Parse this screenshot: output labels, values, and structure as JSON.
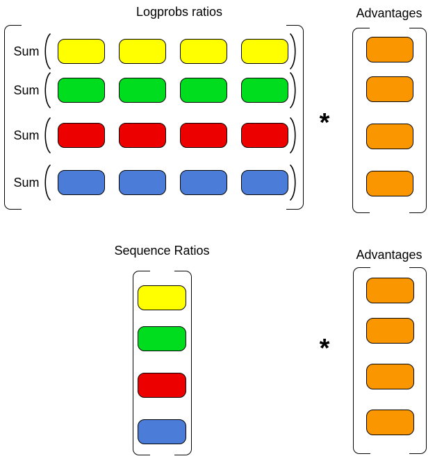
{
  "colors": {
    "yellow": "#FFFF00",
    "green": "#00DD1E",
    "red": "#ED0000",
    "blue": "#4B7DD8",
    "orange": "#F99600",
    "stroke": "#000000"
  },
  "top_section": {
    "matrix_title": "Logprobs ratios",
    "operator": "*",
    "rows": [
      {
        "label": "Sum",
        "color": "#FFFF00",
        "columns": 4
      },
      {
        "label": "Sum",
        "color": "#00DD1E",
        "columns": 4
      },
      {
        "label": "Sum",
        "color": "#ED0000",
        "columns": 4
      },
      {
        "label": "Sum",
        "color": "#4B7DD8",
        "columns": 4
      }
    ],
    "advantages": {
      "title": "Advantages",
      "color": "#F99600",
      "cell_count": 4
    }
  },
  "bottom_section": {
    "matrix_title": "Sequence Ratios",
    "operator": "*",
    "cells": [
      "#FFFF00",
      "#00DD1E",
      "#ED0000",
      "#4B7DD8"
    ],
    "advantages": {
      "title": "Advantages",
      "color": "#F99600",
      "cell_count": 4
    }
  }
}
